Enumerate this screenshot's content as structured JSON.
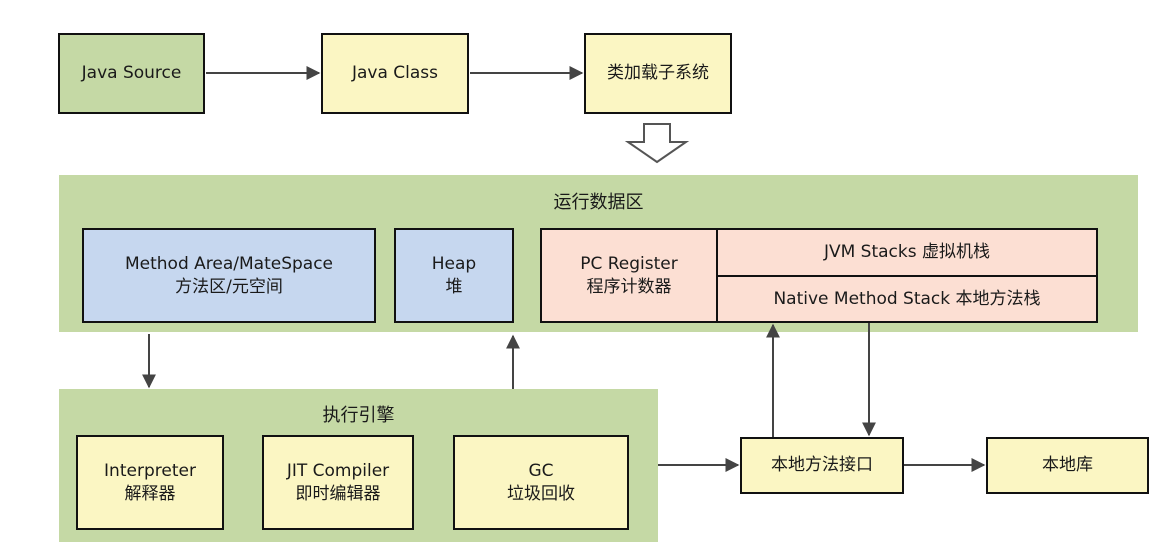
{
  "top_row": {
    "java_source": "Java Source",
    "java_class": "Java Class",
    "class_loader": "类加载子系统"
  },
  "runtime_area": {
    "title": "运行数据区",
    "method_area": {
      "line1": "Method Area/MateSpace",
      "line2": "方法区/元空间"
    },
    "heap": {
      "line1": "Heap",
      "line2": "堆"
    },
    "pc_register": {
      "line1": "PC Register",
      "line2": "程序计数器"
    },
    "jvm_stacks": "JVM Stacks 虚拟机栈",
    "native_stack": "Native Method Stack 本地方法栈"
  },
  "execution_engine": {
    "title": "执行引擎",
    "interpreter": {
      "line1": "Interpreter",
      "line2": "解释器"
    },
    "jit": {
      "line1": "JIT Compiler",
      "line2": "即时编辑器"
    },
    "gc": {
      "line1": "GC",
      "line2": "垃圾回收"
    }
  },
  "native_interface": "本地方法接口",
  "native_library": "本地库",
  "colors": {
    "panel_green": "#c5d9a5",
    "node_yellow": "#fbf6c3",
    "node_blue": "#c6d7ef",
    "node_pink": "#fcdfd3",
    "arrow": "#444444"
  }
}
